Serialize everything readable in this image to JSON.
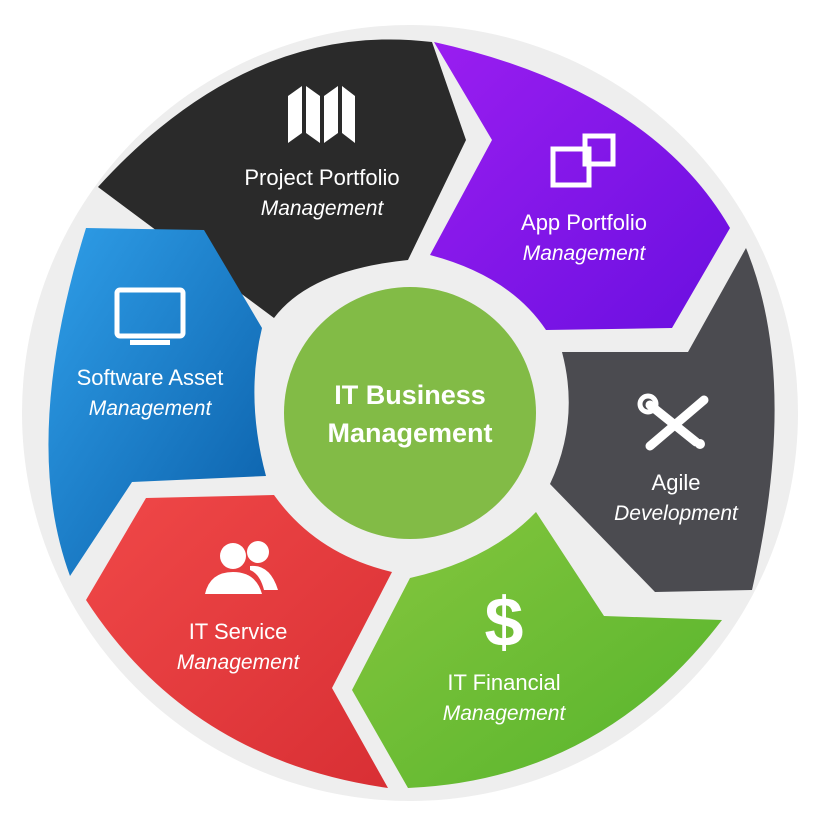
{
  "colors": {
    "background": "#ffffff",
    "ring_bg": "#eeeeee",
    "center_green": "#82bb46"
  },
  "center": {
    "line1": "IT Business",
    "line2": "Management"
  },
  "segments": [
    {
      "title": "Project Portfolio",
      "subtitle": "Management",
      "color": "#2a2a2a",
      "icon": "map-icon"
    },
    {
      "title": "App Portfolio",
      "subtitle": "Management",
      "color": "#8614ea",
      "icon": "windows-icon"
    },
    {
      "title": "Agile",
      "subtitle": "Development",
      "color": "#4b4b50",
      "icon": "tools-icon"
    },
    {
      "title": "IT Financial",
      "subtitle": "Management",
      "color": "#6cbd35",
      "icon": "dollar-icon"
    },
    {
      "title": "IT Service",
      "subtitle": "Management",
      "color": "#e83b3b",
      "icon": "users-icon"
    },
    {
      "title": "Software Asset",
      "subtitle": "Management",
      "color": "#1a7fcf",
      "icon": "monitor-icon"
    }
  ],
  "icon_glyphs": {
    "dollar": "$"
  }
}
